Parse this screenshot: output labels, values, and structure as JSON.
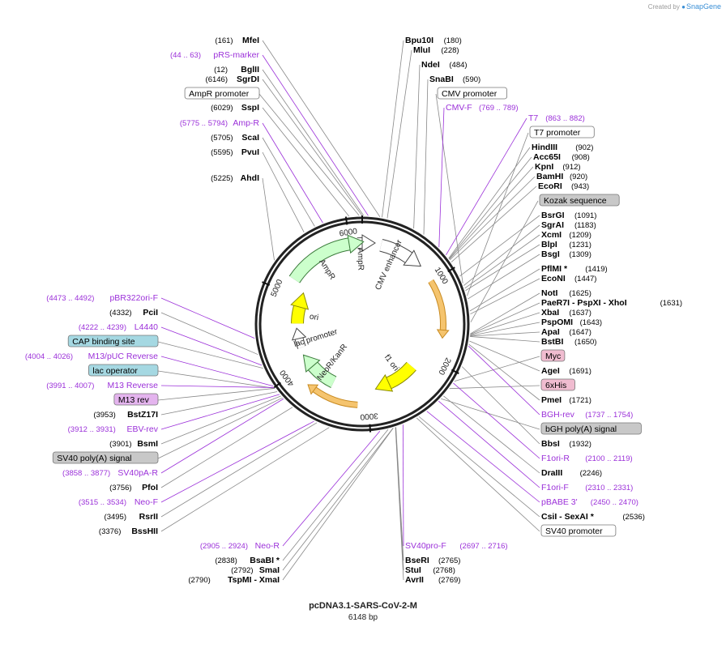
{
  "header": {
    "credit_prefix": "Created by",
    "credit_brand": "SnapGene"
  },
  "plasmid": {
    "name": "pcDNA3.1-SARS-CoV-2-M",
    "size_label": "6148 bp",
    "length": 6148
  },
  "ruler": [
    "1000",
    "2000",
    "3000",
    "4000",
    "5000",
    "6000"
  ],
  "features": [
    {
      "name": "AmprR promoter",
      "label": "AmpR",
      "kind": "promoter",
      "color": "#ffffff"
    },
    {
      "name": "AmpR",
      "label": "AmpR",
      "kind": "cds",
      "color": "#ccffcc"
    },
    {
      "name": "ori",
      "label": "ori",
      "kind": "origin",
      "color": "#ffff00"
    },
    {
      "name": "lac promoter",
      "label": "lac promoter",
      "kind": "promoter",
      "color": "#ffffff"
    },
    {
      "name": "NeoR/KanR",
      "label": "NeoR/KanR",
      "kind": "cds",
      "color": "#ccffcc"
    },
    {
      "name": "f1 ori",
      "label": "f1 ori",
      "kind": "origin",
      "color": "#ffff00"
    },
    {
      "name": "CMV enhancer",
      "label": "CMV enhancer",
      "kind": "enhancer",
      "color": "#ffffff"
    },
    {
      "name": "SARS-CoV-2-M",
      "label": "",
      "kind": "insert",
      "color": "#f5c46e"
    },
    {
      "name": "SV40 poly(A) signal",
      "label": "",
      "kind": "orange",
      "color": "#f5c46e"
    }
  ],
  "labels": [
    {
      "pos": "(161)",
      "name": "MfeI",
      "color": "#000000"
    },
    {
      "pos": "(44 .. 63)",
      "name": "pRS-marker",
      "color": "#9b30d9"
    },
    {
      "pos": "(12)",
      "name": "BglII",
      "color": "#000000"
    },
    {
      "pos": "(6146)",
      "name": "SgrDI",
      "color": "#000000"
    },
    {
      "pos": "",
      "name": "AmpR promoter",
      "color": "#000000",
      "box": "#ffffff"
    },
    {
      "pos": "(6029)",
      "name": "SspI",
      "color": "#000000"
    },
    {
      "pos": "(5775 .. 5794)",
      "name": "Amp-R",
      "color": "#9b30d9"
    },
    {
      "pos": "(5705)",
      "name": "ScaI",
      "color": "#000000"
    },
    {
      "pos": "(5595)",
      "name": "PvuI",
      "color": "#000000"
    },
    {
      "pos": "(5225)",
      "name": "AhdI",
      "color": "#000000"
    },
    {
      "pos": "(4473 .. 4492)",
      "name": "pBR322ori-F",
      "color": "#9b30d9"
    },
    {
      "pos": "(4332)",
      "name": "PciI",
      "color": "#000000"
    },
    {
      "pos": "(4222 .. 4239)",
      "name": "L4440",
      "color": "#9b30d9"
    },
    {
      "pos": "",
      "name": "CAP binding site",
      "color": "#000000",
      "box": "#a5d8e2"
    },
    {
      "pos": "(4004 .. 4026)",
      "name": "M13/pUC Reverse",
      "color": "#9b30d9"
    },
    {
      "pos": "",
      "name": "lac operator",
      "color": "#000000",
      "box": "#a5d8e2"
    },
    {
      "pos": "(3991 .. 4007)",
      "name": "M13 Reverse",
      "color": "#9b30d9"
    },
    {
      "pos": "",
      "name": "M13 rev",
      "color": "#000000",
      "box": "#e4b4ee"
    },
    {
      "pos": "(3953)",
      "name": "BstZ17I",
      "color": "#000000"
    },
    {
      "pos": "(3912 .. 3931)",
      "name": "EBV-rev",
      "color": "#9b30d9"
    },
    {
      "pos": "(3901)",
      "name": "BsmI",
      "color": "#000000"
    },
    {
      "pos": "",
      "name": "SV40 poly(A) signal",
      "color": "#000000",
      "box": "#c8c8c8"
    },
    {
      "pos": "(3858 .. 3877)",
      "name": "SV40pA-R",
      "color": "#9b30d9"
    },
    {
      "pos": "(3756)",
      "name": "PfoI",
      "color": "#000000"
    },
    {
      "pos": "(3515 .. 3534)",
      "name": "Neo-F",
      "color": "#9b30d9"
    },
    {
      "pos": "(3495)",
      "name": "RsrII",
      "color": "#000000"
    },
    {
      "pos": "(3376)",
      "name": "BssHII",
      "color": "#000000"
    },
    {
      "pos": "(2905 .. 2924)",
      "name": "Neo-R",
      "color": "#9b30d9"
    },
    {
      "pos": "(2838)",
      "name": "BsaBI *",
      "color": "#000000"
    },
    {
      "pos": "(2792)",
      "name": "SmaI",
      "color": "#000000"
    },
    {
      "pos": "(2790)",
      "name": "TspMI - XmaI",
      "color": "#000000"
    },
    {
      "pos": "(180)",
      "name": "Bpu10I",
      "color": "#000000"
    },
    {
      "pos": "(228)",
      "name": "MluI",
      "color": "#000000"
    },
    {
      "pos": "(484)",
      "name": "NdeI",
      "color": "#000000"
    },
    {
      "pos": "(590)",
      "name": "SnaBI",
      "color": "#000000"
    },
    {
      "pos": "",
      "name": "CMV promoter",
      "color": "#000000",
      "box": "#ffffff"
    },
    {
      "pos": "(769 .. 789)",
      "name": "CMV-F",
      "color": "#9b30d9"
    },
    {
      "pos": "(863 .. 882)",
      "name": "T7",
      "color": "#9b30d9"
    },
    {
      "pos": "",
      "name": "T7 promoter",
      "color": "#000000",
      "box": "#ffffff"
    },
    {
      "pos": "(902)",
      "name": "HindIII",
      "color": "#000000"
    },
    {
      "pos": "(908)",
      "name": "Acc65I",
      "color": "#000000"
    },
    {
      "pos": "(912)",
      "name": "KpnI",
      "color": "#000000"
    },
    {
      "pos": "(920)",
      "name": "BamHI",
      "color": "#000000"
    },
    {
      "pos": "(943)",
      "name": "EcoRI",
      "color": "#000000"
    },
    {
      "pos": "",
      "name": "Kozak sequence",
      "color": "#000000",
      "box": "#c8c8c8"
    },
    {
      "pos": "(1091)",
      "name": "BsrGI",
      "color": "#000000"
    },
    {
      "pos": "(1183)",
      "name": "SgrAI",
      "color": "#000000"
    },
    {
      "pos": "(1209)",
      "name": "XcmI",
      "color": "#000000"
    },
    {
      "pos": "(1231)",
      "name": "BlpI",
      "color": "#000000"
    },
    {
      "pos": "(1309)",
      "name": "BsgI",
      "color": "#000000"
    },
    {
      "pos": "(1419)",
      "name": "PflMI *",
      "color": "#000000"
    },
    {
      "pos": "(1447)",
      "name": "EcoNI",
      "color": "#000000"
    },
    {
      "pos": "(1625)",
      "name": "NotI",
      "color": "#000000"
    },
    {
      "pos": "(1631)",
      "name": "PaeR7I - PspXI - XhoI",
      "color": "#000000"
    },
    {
      "pos": "(1637)",
      "name": "XbaI",
      "color": "#000000"
    },
    {
      "pos": "(1643)",
      "name": "PspOMI",
      "color": "#000000"
    },
    {
      "pos": "(1647)",
      "name": "ApaI",
      "color": "#000000"
    },
    {
      "pos": "(1650)",
      "name": "BstBI",
      "color": "#000000"
    },
    {
      "pos": "",
      "name": "Myc",
      "color": "#000000",
      "box": "#f0bcd0"
    },
    {
      "pos": "(1691)",
      "name": "AgeI",
      "color": "#000000"
    },
    {
      "pos": "",
      "name": "6xHis",
      "color": "#000000",
      "box": "#f0bcd0"
    },
    {
      "pos": "(1721)",
      "name": "PmeI",
      "color": "#000000"
    },
    {
      "pos": "(1737 .. 1754)",
      "name": "BGH-rev",
      "color": "#9b30d9"
    },
    {
      "pos": "",
      "name": "bGH poly(A) signal",
      "color": "#000000",
      "box": "#c8c8c8"
    },
    {
      "pos": "(1932)",
      "name": "BbsI",
      "color": "#000000"
    },
    {
      "pos": "(2100 .. 2119)",
      "name": "F1ori-R",
      "color": "#9b30d9"
    },
    {
      "pos": "(2246)",
      "name": "DraIII",
      "color": "#000000"
    },
    {
      "pos": "(2310 .. 2331)",
      "name": "F1ori-F",
      "color": "#9b30d9"
    },
    {
      "pos": "(2450 .. 2470)",
      "name": "pBABE 3'",
      "color": "#9b30d9"
    },
    {
      "pos": "(2536)",
      "name": "CsiI - SexAI *",
      "color": "#000000"
    },
    {
      "pos": "",
      "name": "SV40 promoter",
      "color": "#000000",
      "box": "#ffffff"
    },
    {
      "pos": "(2697 .. 2716)",
      "name": "SV40pro-F",
      "color": "#9b30d9"
    },
    {
      "pos": "(2765)",
      "name": "BseRI",
      "color": "#000000"
    },
    {
      "pos": "(2768)",
      "name": "StuI",
      "color": "#000000"
    },
    {
      "pos": "(2769)",
      "name": "AvrII",
      "color": "#000000"
    }
  ]
}
